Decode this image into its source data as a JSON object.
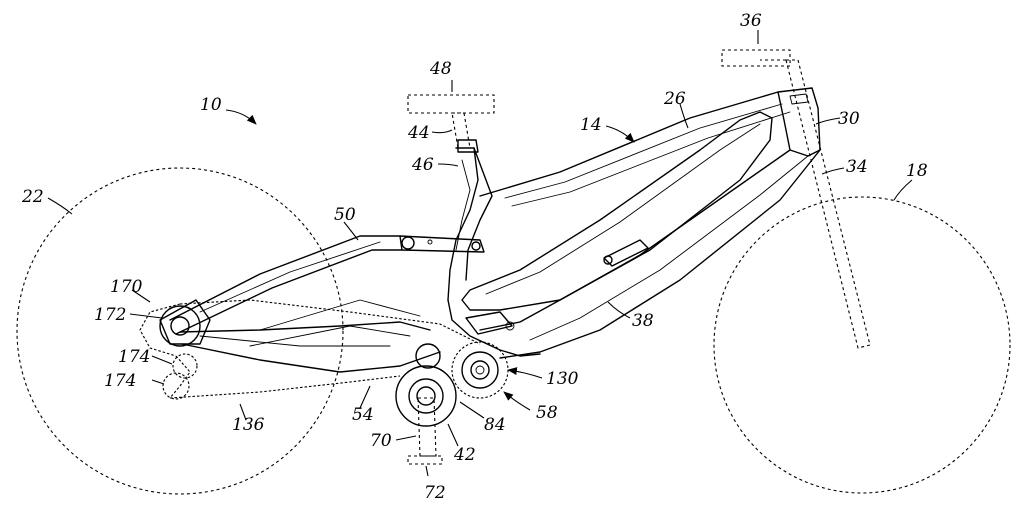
{
  "figure": {
    "labels": {
      "l10": "10",
      "l14": "14",
      "l18": "18",
      "l22": "22",
      "l26": "26",
      "l30": "30",
      "l34": "34",
      "l36": "36",
      "l38": "38",
      "l42": "42",
      "l44": "44",
      "l46": "46",
      "l48": "48",
      "l50": "50",
      "l54": "54",
      "l58": "58",
      "l70": "70",
      "l72": "72",
      "l84": "84",
      "l130": "130",
      "l136": "136",
      "l170": "170",
      "l172": "172",
      "l174a": "174",
      "l174b": "174"
    }
  }
}
